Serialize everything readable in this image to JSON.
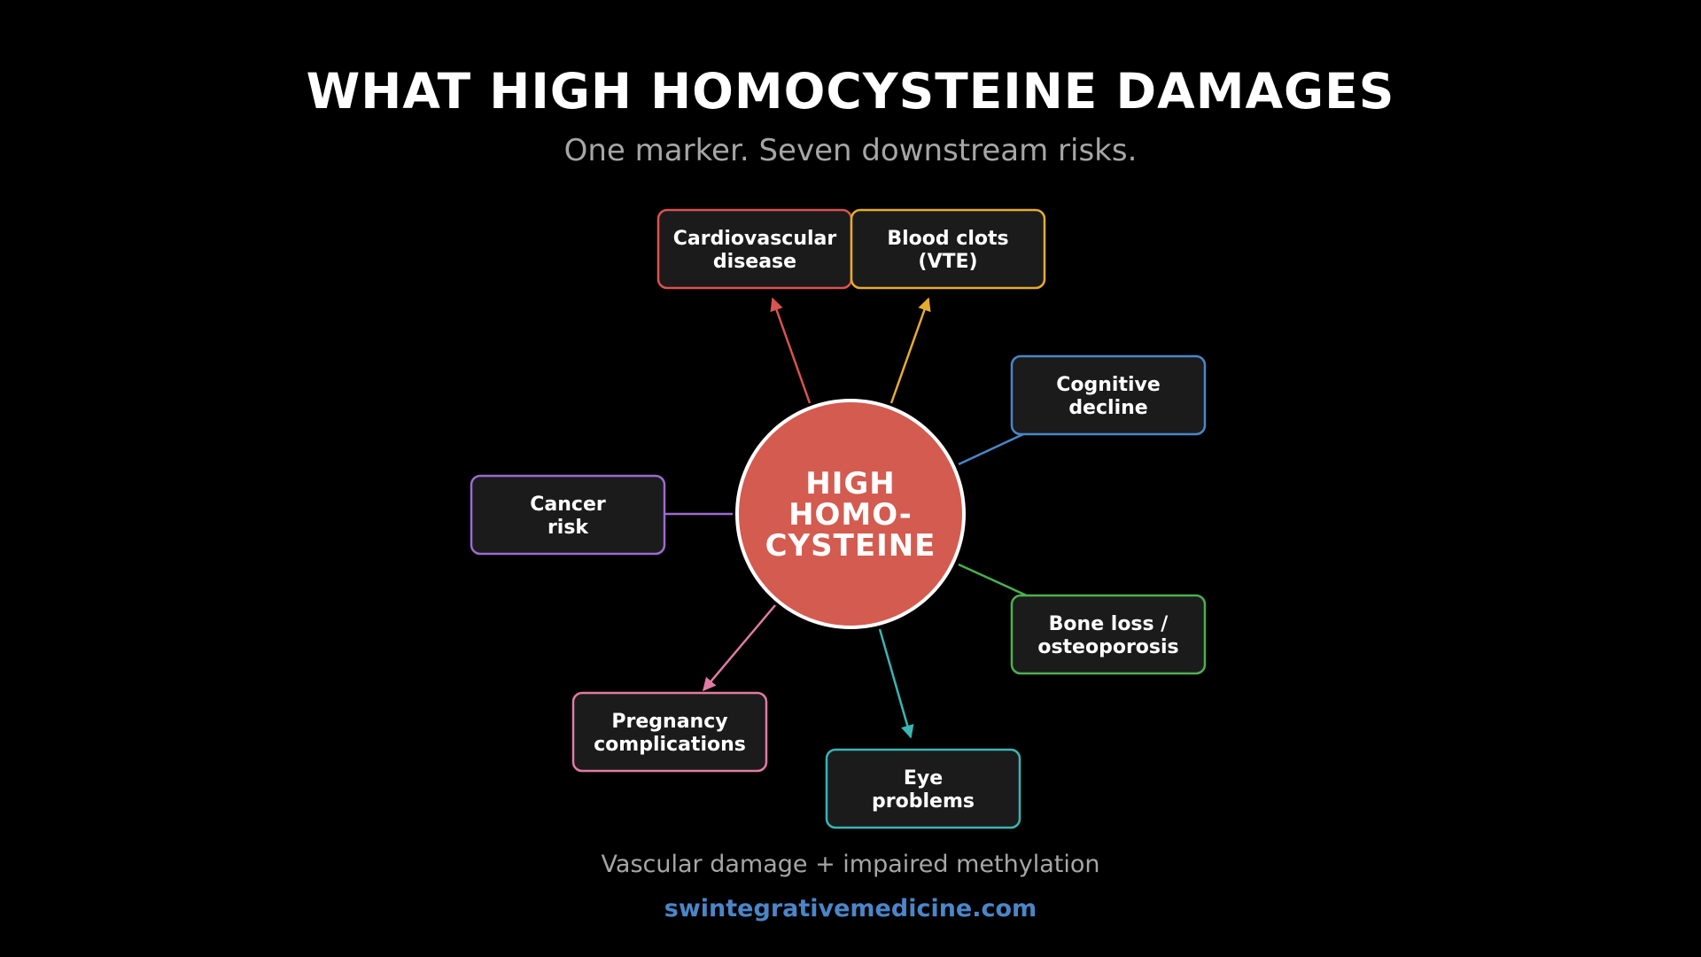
{
  "header": {
    "title": "WHAT HIGH HOMOCYSTEINE DAMAGES",
    "subtitle": "One marker. Seven downstream risks."
  },
  "hub": {
    "lines": [
      "HIGH",
      "HOMO-",
      "CYSTEINE"
    ],
    "fill_color": "#d35b50",
    "border_color": "#ffffff"
  },
  "nodes": [
    {
      "id": "cardiovascular",
      "lines": [
        "Cardiovascular",
        "disease"
      ],
      "color": "#d9534f"
    },
    {
      "id": "blood-clots",
      "lines": [
        "Blood clots",
        "(VTE)"
      ],
      "color": "#e5ac2e"
    },
    {
      "id": "cognitive",
      "lines": [
        "Cognitive",
        "decline"
      ],
      "color": "#4a86c8"
    },
    {
      "id": "bone",
      "lines": [
        "Bone loss /",
        "osteoporosis"
      ],
      "color": "#4caf50"
    },
    {
      "id": "eye",
      "lines": [
        "Eye",
        "problems"
      ],
      "color": "#3ab4b4"
    },
    {
      "id": "pregnancy",
      "lines": [
        "Pregnancy",
        "complications"
      ],
      "color": "#e07ca4"
    },
    {
      "id": "cancer",
      "lines": [
        "Cancer",
        "risk"
      ],
      "color": "#9b6bcf"
    }
  ],
  "footer": {
    "note": "Vascular damage + impaired methylation",
    "url": "swintegrativemedicine.com",
    "url_color": "#4a86c8"
  },
  "theme": {
    "background": "#000000",
    "node_fill": "#1b1b1b"
  }
}
